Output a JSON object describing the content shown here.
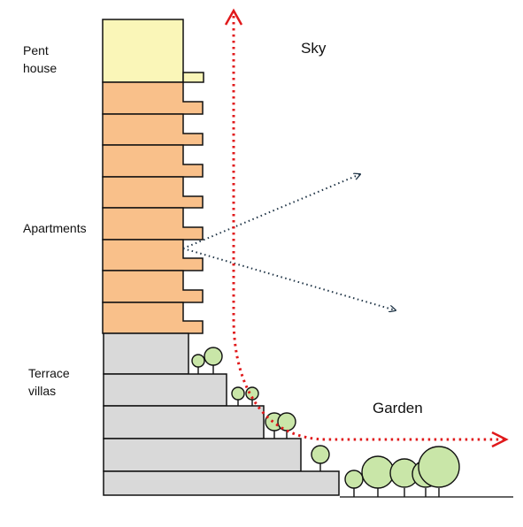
{
  "labels": {
    "penthouse": "Pent\nhouse",
    "apartments": "Apartments",
    "terrace_villas": "Terrace\nvillas",
    "sky": "Sky",
    "garden": "Garden"
  },
  "colors": {
    "penthouse_fill": "#FAF6B8",
    "apartment_fill": "#F9C08A",
    "villa_fill": "#D9D9D9",
    "tree_fill": "#C9E6A8",
    "outline": "#111111",
    "path_red": "#E0191B",
    "arrow_dark": "#1E3345"
  },
  "structure": {
    "penthouse_count": 1,
    "apartment_floors": 8,
    "terrace_villa_levels": 5,
    "tree_count": 12
  }
}
